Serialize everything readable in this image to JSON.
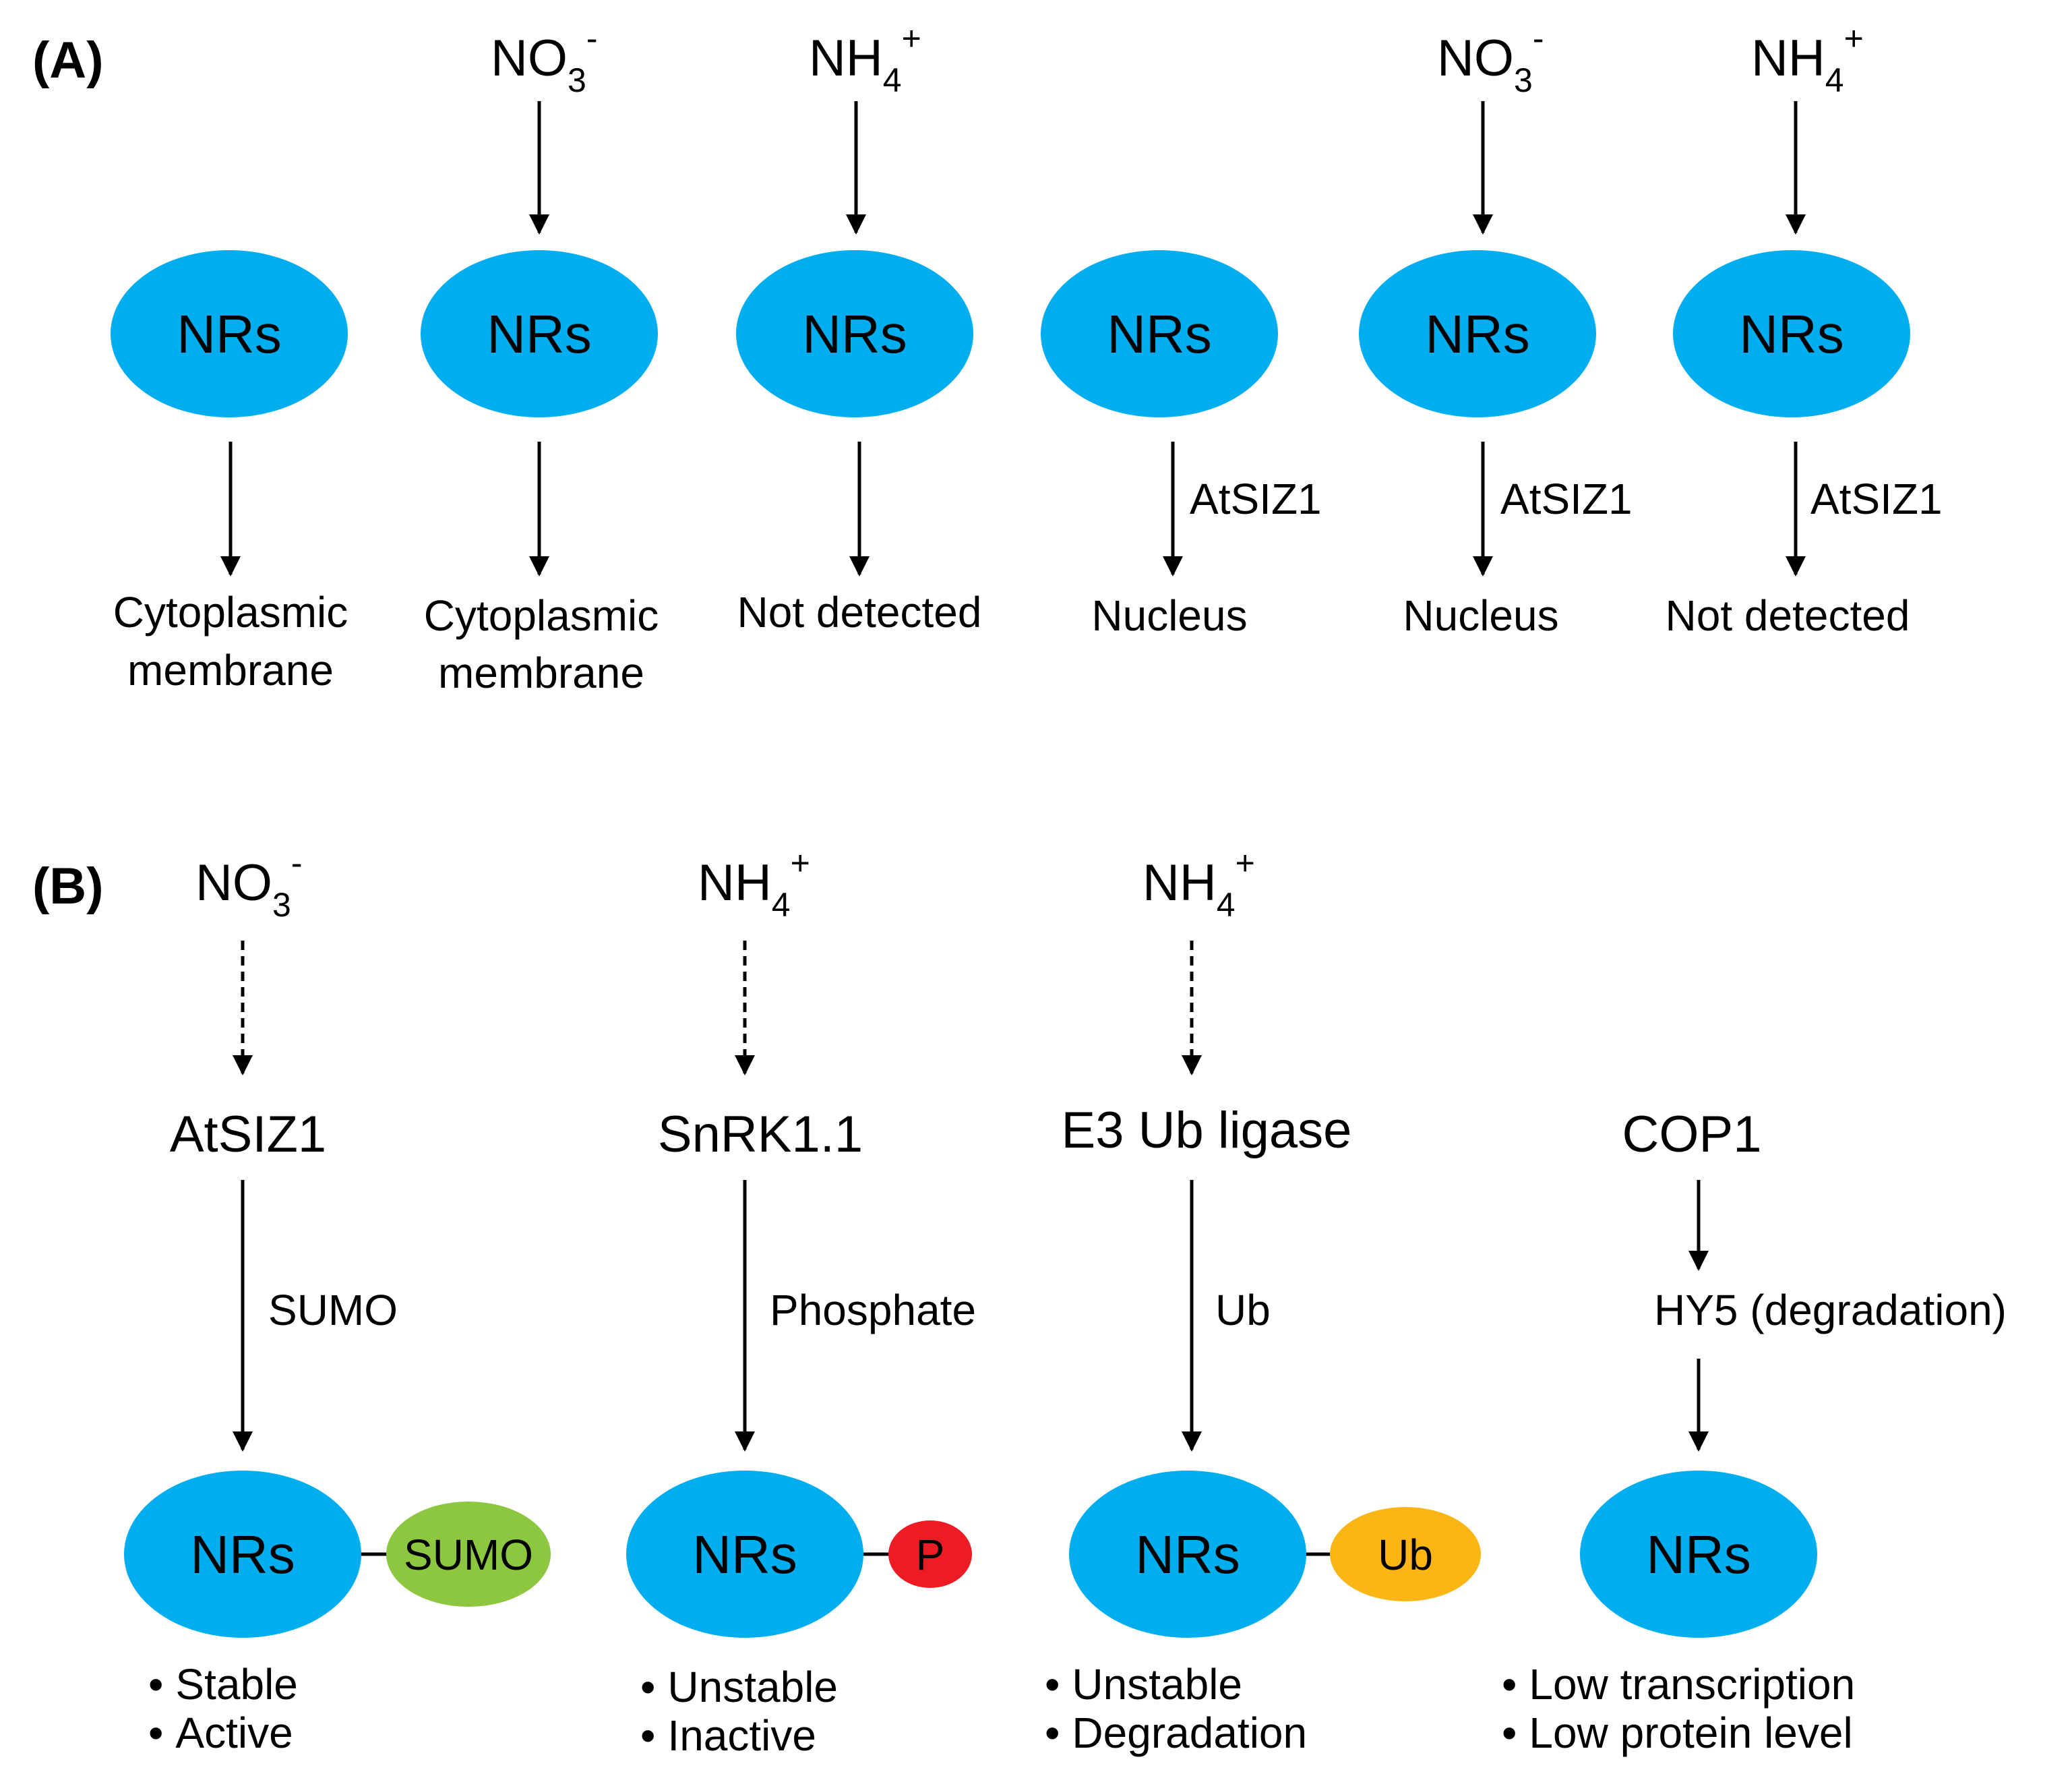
{
  "colors": {
    "nrs": "#00aeef",
    "sumo": "#8dc63f",
    "phosphate": "#ed1c24",
    "ub": "#fbb615",
    "stroke": "#000000"
  },
  "panelA": {
    "label": "(A)",
    "ions": [
      {
        "base": "NO",
        "sub": "3",
        "sup": "-"
      },
      {
        "base": "NH",
        "sub": "4",
        "sup": "+"
      },
      {
        "base": "NO",
        "sub": "3",
        "sup": "-"
      },
      {
        "base": "NH",
        "sub": "4",
        "sup": "+"
      }
    ],
    "node_label": "NRs",
    "arrow_label": "AtSIZ1",
    "outcomes": [
      [
        "Cytoplasmic",
        "membrane"
      ],
      [
        "Cytoplasmic",
        "membrane"
      ],
      [
        "Not detected"
      ],
      [
        "Nucleus"
      ],
      [
        "Nucleus"
      ],
      [
        "Not detected"
      ]
    ]
  },
  "panelB": {
    "label": "(B)",
    "ions": [
      {
        "base": "NO",
        "sub": "3",
        "sup": "-"
      },
      {
        "base": "NH",
        "sub": "4",
        "sup": "+"
      },
      {
        "base": "NH",
        "sub": "4",
        "sup": "+"
      }
    ],
    "enzymes": [
      "AtSIZ1",
      "SnRK1.1",
      "E3 Ub ligase",
      "COP1"
    ],
    "modifications": [
      "SUMO",
      "Phosphate",
      "Ub"
    ],
    "intermediate": "HY5 (degradation)",
    "node_label": "NRs",
    "tags": [
      "SUMO",
      "P",
      "Ub"
    ],
    "bullet": "•",
    "effects": [
      [
        "Stable",
        "Active"
      ],
      [
        "Unstable",
        "Inactive"
      ],
      [
        "Unstable",
        "Degradation"
      ],
      [
        "Low transcription",
        "Low protein level"
      ]
    ]
  }
}
